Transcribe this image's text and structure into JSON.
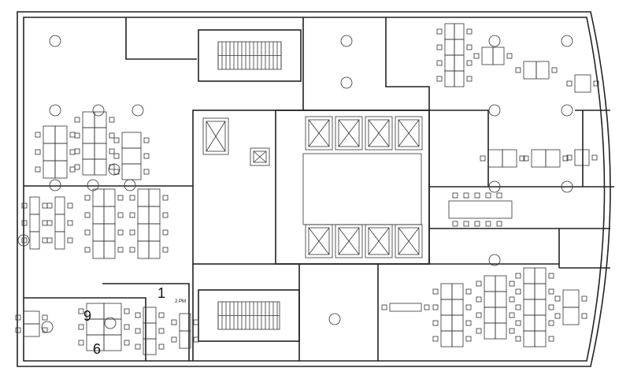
{
  "plan": {
    "labels": {
      "room_1": "1",
      "room_2pm": "2 PM",
      "room_9": "9",
      "room_6": "6"
    },
    "colors": {
      "line": "#222222",
      "background": "#ffffff"
    }
  }
}
